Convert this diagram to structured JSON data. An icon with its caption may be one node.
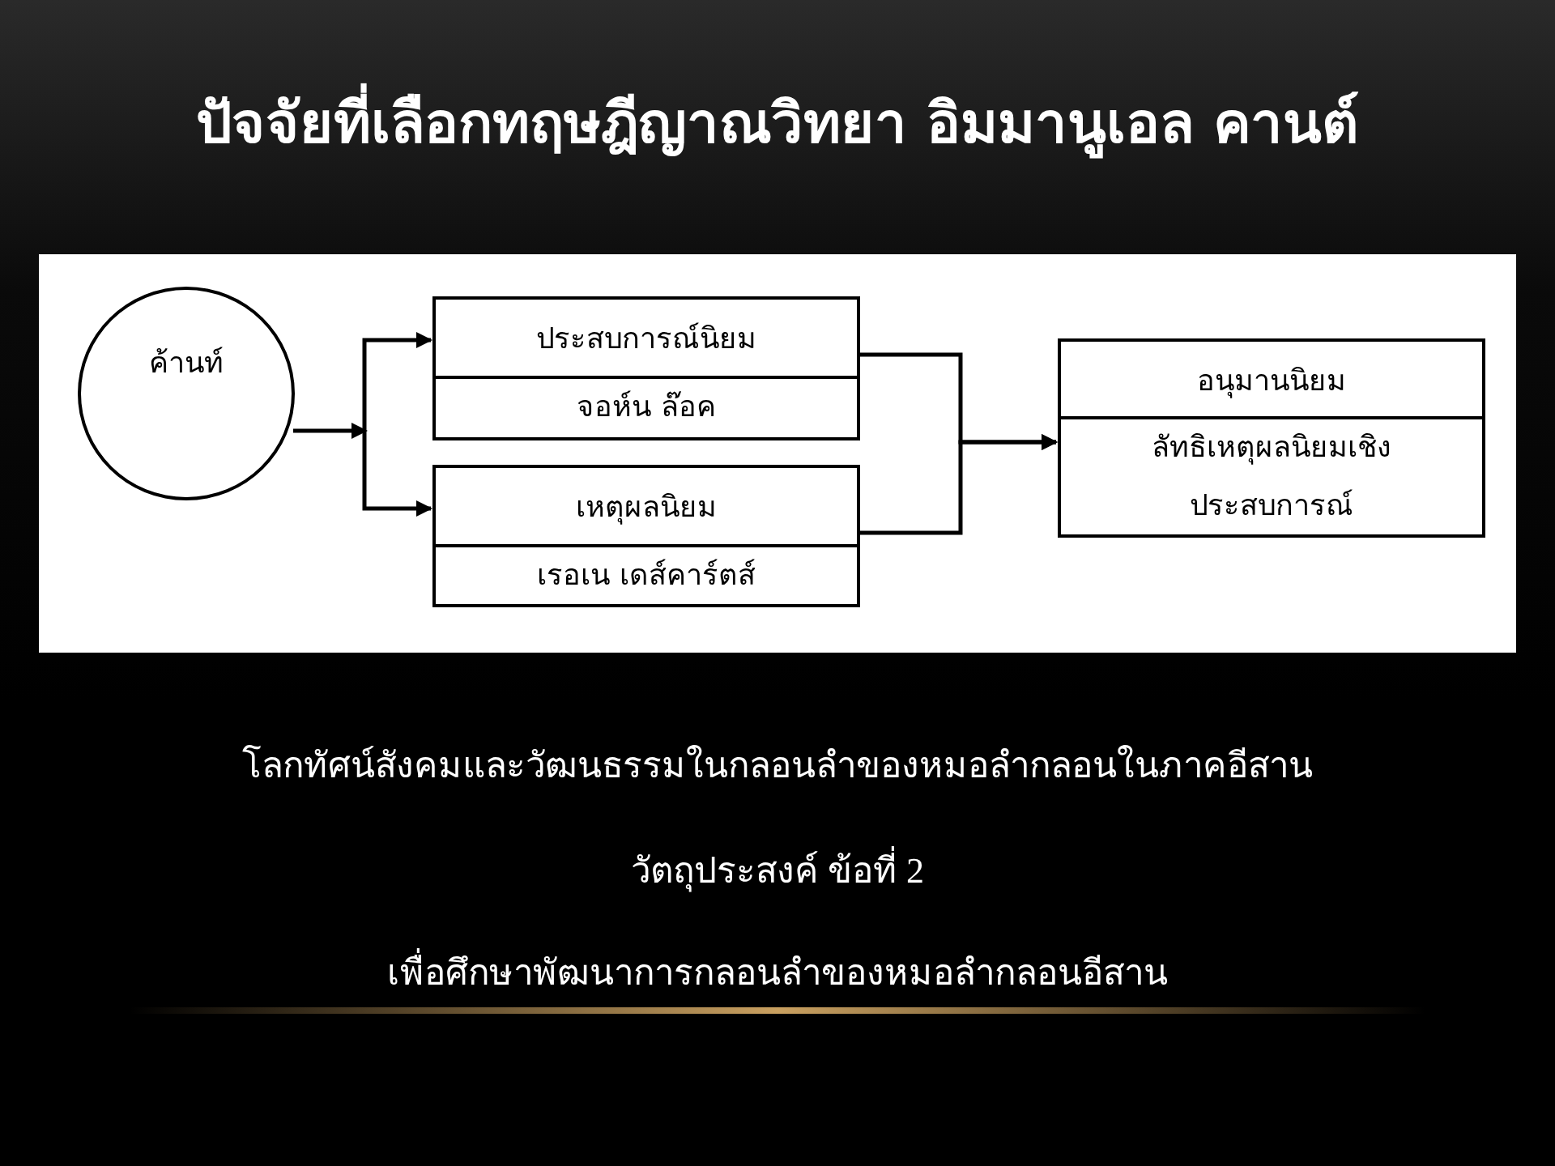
{
  "diagram": {
    "title": "ปัจจัยที่เลือกทฤษฎีญาณวิทยา อิมมานูเอล คานต์",
    "nodes": [
      {
        "text": [
          "ค้านท์"
        ]
      },
      {
        "text": [
          "ประสบการณ์นิยม",
          "จอห์น ล๊อค"
        ]
      },
      {
        "text": [
          "เหตุผลนิยม",
          "เรอเน เดส์คาร์ตส์"
        ]
      },
      {
        "text": [
          "อนุมานนิยม",
          "ลัทธิเหตุผลนิยมเชิงประสบการณ์"
        ]
      }
    ],
    "edges": [
      {
        "from": 0,
        "to": 1,
        "arrow": "to"
      },
      {
        "from": 0,
        "to": 2,
        "arrow": "to"
      },
      {
        "from": 1,
        "to": 3,
        "arrow": "to"
      },
      {
        "from": 2,
        "to": 3,
        "arrow": "to"
      }
    ],
    "labels": [
      "โลกทัศน์สังคมและวัฒนธรรมในกลอนลำของหมอลำกลอนในภาคอีสาน",
      "วัตถุประสงค์ ข้อที่ 2",
      "เพื่อศึกษาพัฒนาการกลอนลำของหมอลำกลอนอีสาน"
    ]
  }
}
